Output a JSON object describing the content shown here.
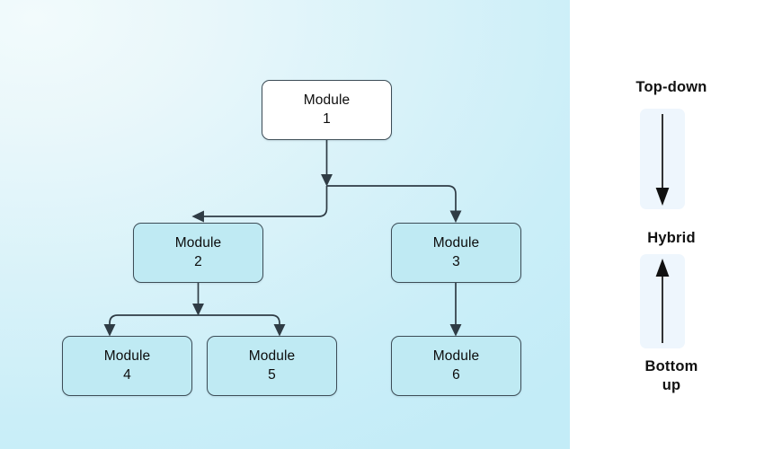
{
  "diagram": {
    "type": "hierarchy-tree",
    "title": "",
    "nodes": [
      {
        "id": "m1",
        "label": "Module",
        "number": "1",
        "level": 0,
        "fill": "#ffffff"
      },
      {
        "id": "m2",
        "label": "Module",
        "number": "2",
        "level": 1,
        "fill": "#bfeaf3"
      },
      {
        "id": "m3",
        "label": "Module",
        "number": "3",
        "level": 1,
        "fill": "#bfeaf3"
      },
      {
        "id": "m4",
        "label": "Module",
        "number": "4",
        "level": 2,
        "fill": "#bfeaf3"
      },
      {
        "id": "m5",
        "label": "Module",
        "number": "5",
        "level": 2,
        "fill": "#bfeaf3"
      },
      {
        "id": "m6",
        "label": "Module",
        "number": "6",
        "level": 2,
        "fill": "#bfeaf3"
      }
    ],
    "edges": [
      {
        "from": "m1",
        "to": "m2"
      },
      {
        "from": "m1",
        "to": "m3"
      },
      {
        "from": "m2",
        "to": "m4"
      },
      {
        "from": "m2",
        "to": "m5"
      },
      {
        "from": "m3",
        "to": "m6"
      }
    ],
    "colors": {
      "node_border": "#3d4d57",
      "connector": "#2f3c45",
      "panel_gradient_from": "#f2fbfc",
      "panel_gradient_to": "#c3ecf7",
      "child_fill": "#bfeaf3",
      "root_fill": "#ffffff"
    }
  },
  "legend": {
    "top_down_label": "Top-down",
    "hybrid_label": "Hybrid",
    "bottom_up_line1": "Bottom",
    "bottom_up_line2": "up",
    "down_arrow_direction": "down",
    "up_arrow_direction": "up",
    "slot_fill": "#eef6fd",
    "arrow_color": "#111111"
  }
}
